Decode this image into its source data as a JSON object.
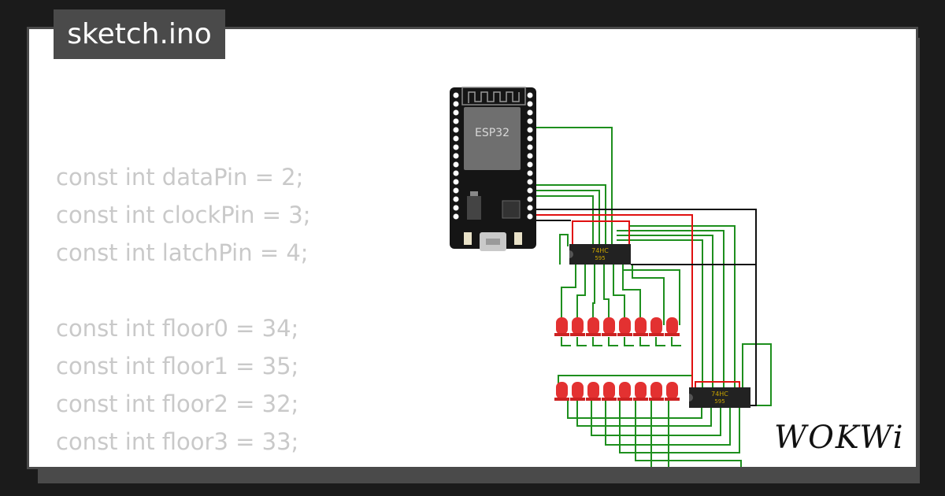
{
  "title": "sketch.ino",
  "code_lines": [
    "const int dataPin = 2;",
    "const int clockPin = 3;",
    "const int latchPin = 4;",
    "",
    "const int floor0 = 34;",
    "const int floor1 = 35;",
    "const int floor2 = 32;",
    "const int floor3 = 33;"
  ],
  "board": {
    "label": "ESP32"
  },
  "chips": [
    {
      "label": "74HC",
      "sub": "595"
    },
    {
      "label": "74HC",
      "sub": "595"
    }
  ],
  "logo": {
    "text": "WOKWi"
  },
  "colors": {
    "wire_signal": "#1e8f1e",
    "wire_power": "#e01010",
    "wire_ground": "#111111",
    "led": "#e33131"
  },
  "icons": [
    "esp32-board-icon",
    "shift-register-chip-icon",
    "led-icon",
    "wokwi-logo"
  ]
}
